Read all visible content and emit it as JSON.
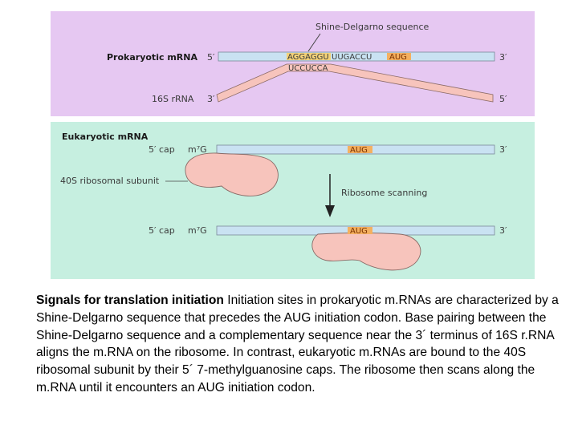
{
  "prokaryotic": {
    "panel_color": "#e6c8f2",
    "title": "Prokaryotic mRNA",
    "five_prime": "5′",
    "three_prime": "3′",
    "shine_delgarno_label": "Shine-Delgarno sequence",
    "mrna_seq_sd": "AGGAGGU",
    "mrna_seq_mid": "UUGACCU",
    "mrna_seq_aug": "AUG",
    "rrna_label": "16S rRNA",
    "rrna_three_prime": "3′",
    "rrna_five_prime": "5′",
    "rrna_seq": "UCCUCCA"
  },
  "eukaryotic": {
    "panel_color": "#c6efe0",
    "title": "Eukaryotic mRNA",
    "cap_label_1": "5′ cap",
    "m7g_1": "m⁷G",
    "aug_1": "AUG",
    "three_prime_1": "3′",
    "subunit_label": "40S ribosomal subunit",
    "scanning_label": "Ribosome scanning",
    "cap_label_2": "5′ cap",
    "m7g_2": "m⁷G",
    "aug_2": "AUG",
    "three_prime_2": "3′"
  },
  "colors": {
    "mrna_bar": "#c9e2f2",
    "ribosome": "#f7c4bc",
    "sd_highlight": "#f3d27a",
    "aug_highlight": "#f4b060"
  },
  "caption": {
    "lead": "Signals for translation initiation",
    "body": " Initiation sites in prokaryotic m.RNAs are characterized by a Shine-Delgarno sequence that precedes the AUG initiation codon. Base pairing between the Shine-Delgarno sequence and a complementary sequence near the 3´ terminus of 16S r.RNA aligns the m.RNA on the ribosome. In contrast, eukaryotic m.RNAs are bound to the 40S ribosomal subunit by their 5´ 7-methylguanosine caps. The ribosome then scans along the m.RNA until it encounters an AUG initiation codon."
  }
}
